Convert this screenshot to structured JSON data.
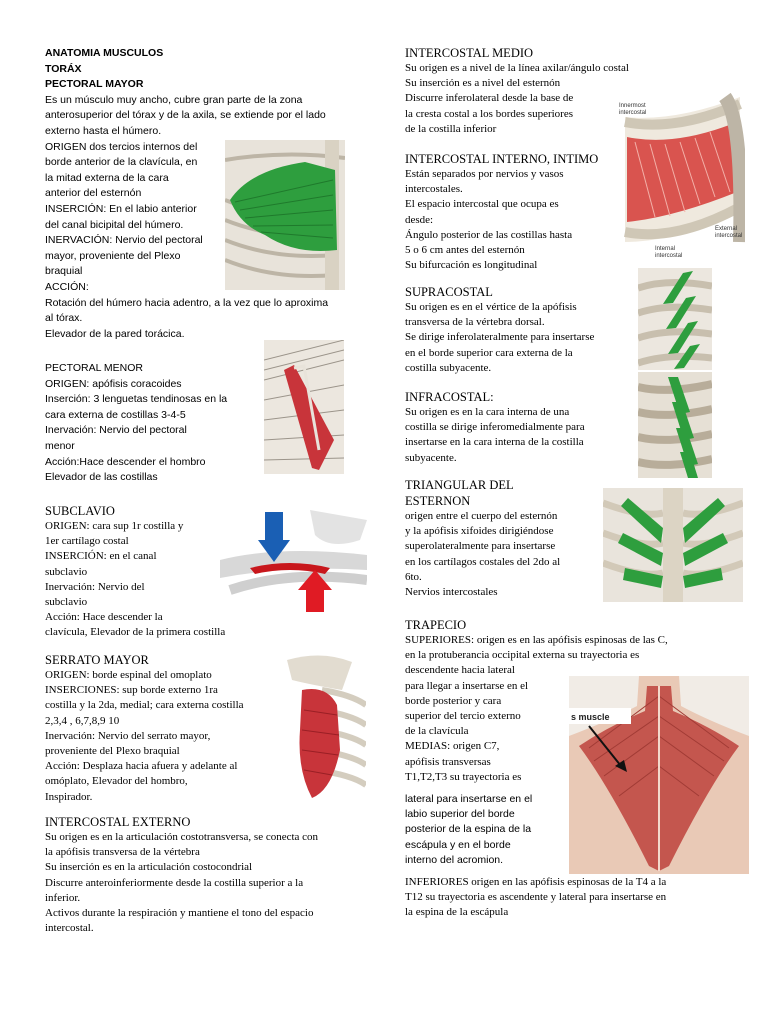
{
  "col1": {
    "intro": [
      "ANATOMIA MUSCULOS",
      "TORÁX",
      "PECTORAL MAYOR",
      "Es un músculo muy ancho, cubre gran parte de la zona",
      "anterosuperior del tórax y de la axila, se extiende por el lado",
      "externo hasta el húmero."
    ],
    "pectoral_mayor_detail": [
      "ORIGEN dos tercios internos del",
      "borde anterior de la clavícula, en",
      "la mitad externa de la cara",
      "anterior del esternón",
      "INSERCIÓN: En el labio anterior",
      "del canal bicipital del húmero.",
      "INERVACIÓN: Nervio del pectoral",
      "mayor, proveniente del Plexo",
      "braquial",
      "ACCIÓN:"
    ],
    "pectoral_mayor_accion": [
      "Rotación del húmero hacia adentro, a la vez que lo aproxima",
      "al tórax.",
      "Elevador de la pared torácica."
    ],
    "pectoral_menor": [
      "PECTORAL MENOR",
      "ORIGEN: apófisis coracoides",
      "Inserción: 3 lenguetas tendinosas en la",
      "cara externa de costillas 3-4-5",
      "Inervación: Nervio del pectoral",
      "menor",
      "Acción:Hace descender el hombro",
      "Elevador de las costillas"
    ],
    "subclavio_title": "SUBCLAVIO",
    "subclavio": [
      "ORIGEN: cara sup 1r costilla y",
      "1er cartílago costal",
      "INSERCIÓN: en el canal",
      "subclavio",
      "Inervación: Nervio del",
      "subclavio",
      "Acción: Hace descender la",
      "clavícula, Elevador de la primera costilla"
    ],
    "serrato_title": "SERRATO MAYOR",
    "serrato": [
      "ORIGEN: borde espinal del omoplato",
      "INSERCIONES: sup borde externo 1ra",
      "costilla y la 2da, medial; cara externa costilla",
      "2,3,4 , 6,7,8,9 10",
      "Inervación: Nervio del serrato mayor,",
      "proveniente del Plexo braquial",
      "Acción: Desplaza hacia afuera y adelante al",
      "omóplato, Elevador del hombro,",
      "Inspirador."
    ],
    "intercostal_externo_title": "INTERCOSTAL EXTERNO",
    "intercostal_externo": [
      "Su origen es en la articulación costotransversa, se conecta con",
      "la apófisis transversa de la vértebra",
      "Su inserción es en la articulación costocondrial",
      "Discurre anteroinferiormente desde la costilla superior a la",
      "inferior.",
      "Activos durante la respiración y mantiene el tono del espacio",
      "intercostal."
    ]
  },
  "col2": {
    "intercostal_medio_title": "INTERCOSTAL MEDIO",
    "intercostal_medio": [
      "Su origen es a nivel de la línea axilar/ángulo costal",
      "Su inserción es a nivel del esternón",
      "Discurre inferolateral desde la base de",
      "la cresta costal a los bordes superiores",
      "de la costilla inferior"
    ],
    "intercostal_interno_title": "INTERCOSTAL INTERNO, INTIMO",
    "intercostal_interno": [
      "Están separados por nervios y vasos",
      "intercostales.",
      "El espacio intercostal que ocupa es",
      "desde:",
      "Ángulo posterior de las costillas hasta",
      "5 o 6 cm antes del esternón",
      "Su bifurcación es longitudinal"
    ],
    "supracostal_title": "SUPRACOSTAL",
    "supracostal": [
      "Su origen es en el vértice de la apófisis",
      "transversa de la vértebra dorsal.",
      "Se dirige inferolateralmente para insertarse",
      "en el borde superior cara externa de la",
      "costilla subyacente."
    ],
    "infracostal_title": "INFRACOSTAL:",
    "infracostal": [
      "Su origen es en la cara interna de una",
      "costilla se dirige inferomedialmente para",
      "insertarse en la cara interna de la costilla",
      "subyacente."
    ],
    "triangular_title": [
      "TRIANGULAR DEL",
      "ESTERNON"
    ],
    "triangular": [
      "origen entre el cuerpo del esternón",
      "y la apófisis xifoides dirigiéndose",
      "superolateralmente para insertarse",
      "en los cartílagos costales del 2do al",
      "6to.",
      "Nervios intercostales"
    ],
    "trapecio_title": "TRAPECIO",
    "trapecio_sup": [
      "SUPERIORES: origen es en las apófisis espinosas de las C,",
      "en la protuberancia occipital externa su trayectoria es",
      "descendente hacia lateral"
    ],
    "trapecio_mid_serif": [
      "para llegar a insertarse en el",
      "borde posterior y cara",
      "superior del tercio externo",
      "de la clavícula",
      "MEDIAS: origen C7,",
      "apófisis transversas",
      "T1,T2,T3 su trayectoria es"
    ],
    "trapecio_mid_sans": [
      "lateral para insertarse en el",
      "labio superior del borde",
      "posterior de la espina de la",
      "escápula y en el borde",
      "interno del acromion."
    ],
    "trapecio_inf": [
      "INFERIORES origen en las apófisis espinosas de la T4 a la",
      "T12 su trayectoria es ascendente y lateral para insertarse en",
      "la espina de la escápula"
    ]
  },
  "figures": {
    "intercostal_labels": {
      "innermost": [
        "Innermost",
        "intercostal"
      ],
      "external": [
        "External",
        "intercostal"
      ],
      "internal": [
        "Internal",
        "intercostal"
      ]
    },
    "trapecio_label": "s muscle"
  },
  "colors": {
    "muscle_green": "#2e9e3e",
    "muscle_red": "#c8343a",
    "bone": "#d9d2c3",
    "arrow_blue": "#1a5fb4",
    "arrow_red": "#e01b24"
  }
}
